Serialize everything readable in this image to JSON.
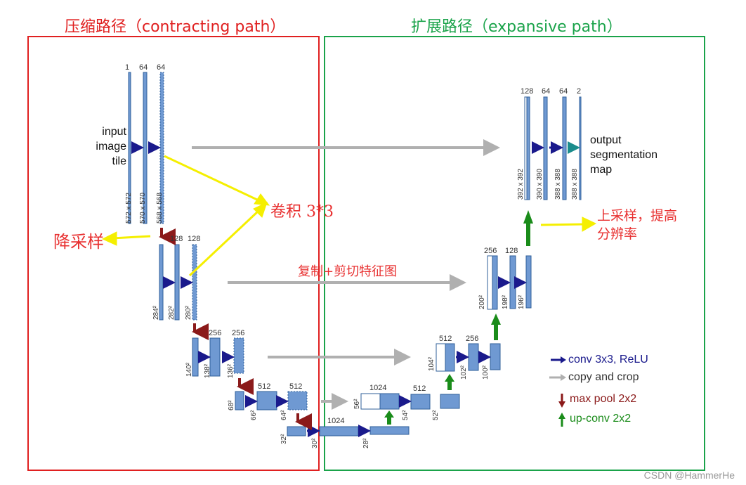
{
  "titles": {
    "contracting": "压缩路径（contracting path）",
    "expansive": "扩展路径（expansive path）",
    "contracting_color": "#e02020",
    "expansive_color": "#1aa34a"
  },
  "annotations": {
    "conv": "卷积  3*3",
    "downsample": "降采样",
    "copy_crop": "复制+剪切特征图",
    "upsample_line1": "上采样，提高",
    "upsample_line2": "分辨率",
    "color": "#e83030",
    "arrow_color": "#f5ef00"
  },
  "io_labels": {
    "input_line1": "input",
    "input_line2": "image",
    "input_line3": "tile",
    "output_line1": "output",
    "output_line2": "segmentation",
    "output_line3": "map"
  },
  "channels": {
    "l1": [
      "1",
      "64",
      "64"
    ],
    "l2": [
      "128",
      "128"
    ],
    "l3": [
      "256",
      "256"
    ],
    "l4": [
      "512",
      "512"
    ],
    "bottom": "1024",
    "bottom_right": "1024",
    "r4": [
      "512"
    ],
    "r3": [
      "512",
      "256"
    ],
    "r2": [
      "256",
      "128"
    ],
    "r1": [
      "128",
      "64",
      "64",
      "2"
    ]
  },
  "sizes": {
    "l1": [
      "572 x 572",
      "570 x 570",
      "568 x 568"
    ],
    "l2": [
      "284²",
      "282²",
      "280²"
    ],
    "l3": [
      "140²",
      "138²",
      "136²"
    ],
    "l4": [
      "68²",
      "66²",
      "64²"
    ],
    "bottom": [
      "32²",
      "30²",
      "28²"
    ],
    "r4": [
      "56²",
      "54²",
      "52²"
    ],
    "r3": [
      "104²",
      "102²",
      "100²"
    ],
    "r2": [
      "200²",
      "198²",
      "196²"
    ],
    "r1": [
      "392 x 392",
      "390 x 390",
      "388 x 388",
      "388 x 388"
    ]
  },
  "legend": {
    "conv": "conv 3x3, ReLU",
    "copy": "copy and crop",
    "pool": "max pool 2x2",
    "up": "up-conv 2x2",
    "conv_color": "#1a1a8c",
    "copy_color": "#333333",
    "pool_color": "#8b1a1a",
    "up_color": "#1a8c1a"
  },
  "watermark": "CSDN @HammerHe"
}
